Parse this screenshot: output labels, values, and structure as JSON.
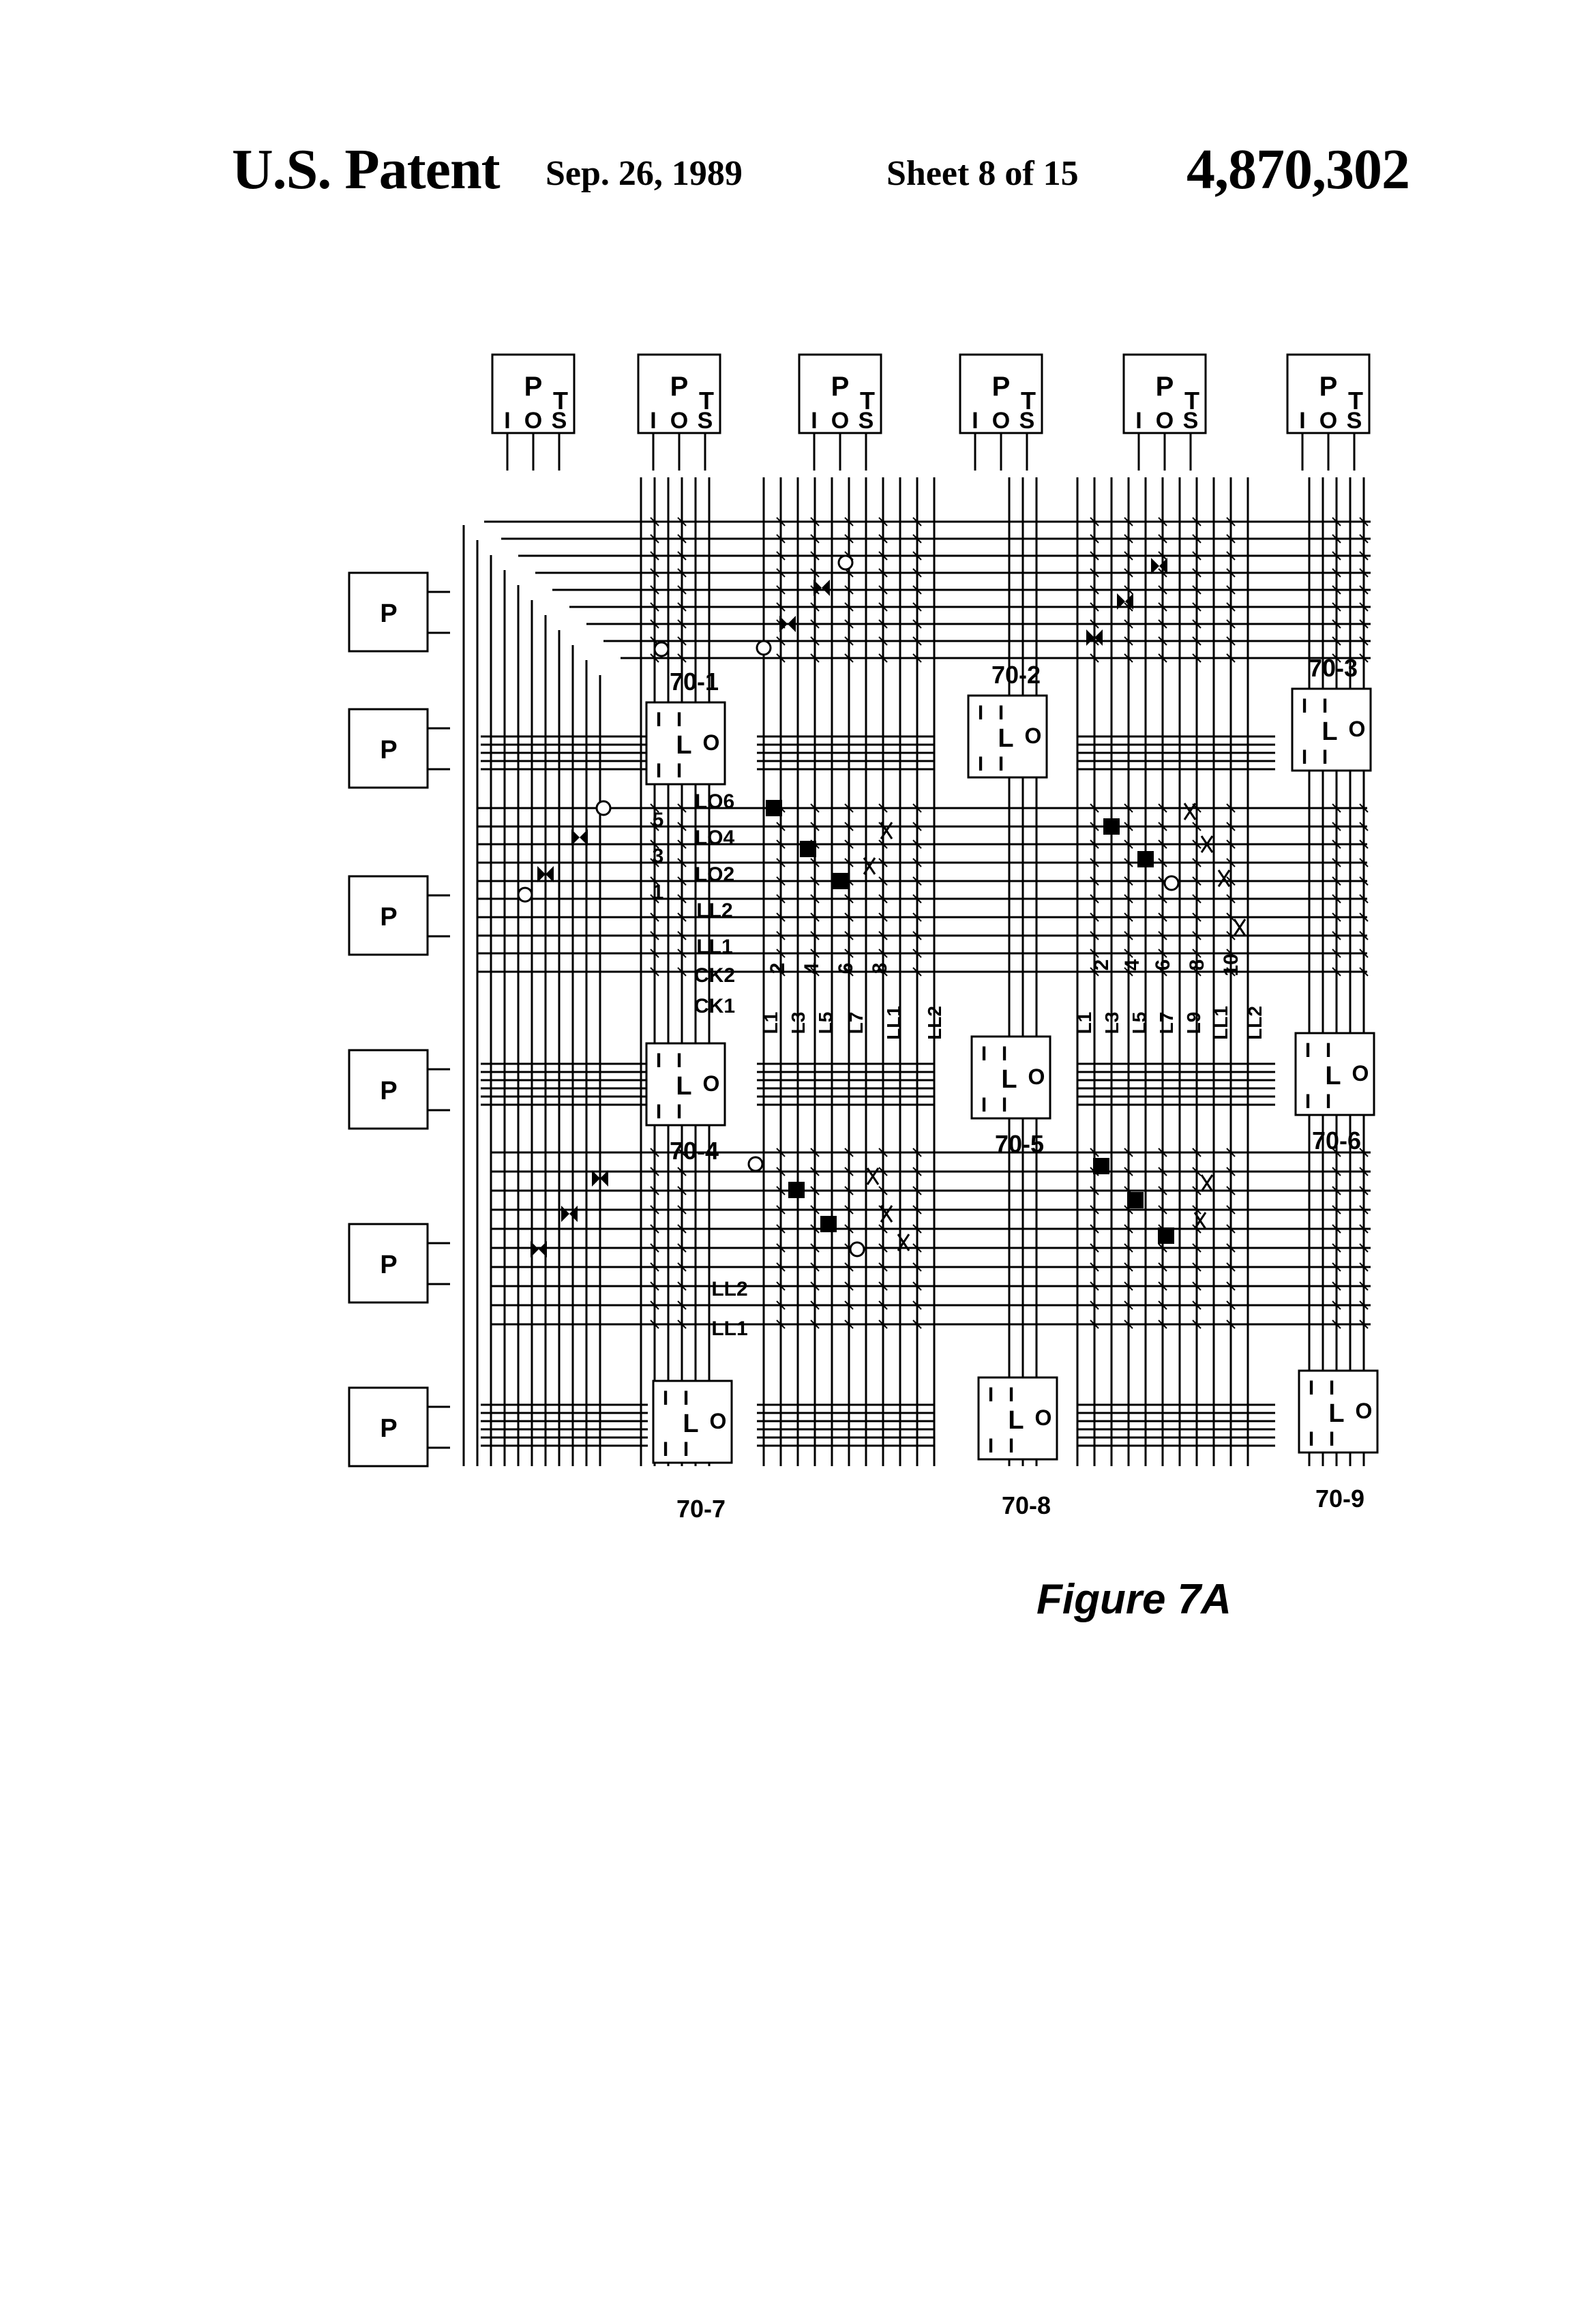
{
  "header": {
    "patent": "U.S. Patent",
    "date": "Sep. 26, 1989",
    "sheet": "Sheet 8 of 15",
    "number": "4,870,302"
  },
  "figure_caption": "Figure 7A",
  "top_pads": {
    "title_letter": "P",
    "letter_t": "T",
    "pins": [
      "I",
      "O",
      "S"
    ],
    "count": 6
  },
  "left_pads": {
    "label": "P",
    "count": 6
  },
  "logic_blocks": [
    {
      "id": "70-1",
      "pins": [
        "I",
        "I",
        "I",
        "I"
      ],
      "center": "L",
      "out": "O"
    },
    {
      "id": "70-2",
      "pins": [
        "I",
        "I",
        "I",
        "I"
      ],
      "center": "L",
      "out": "O"
    },
    {
      "id": "70-3",
      "pins": [
        "I",
        "I",
        "I",
        "I"
      ],
      "center": "L",
      "out": "O"
    },
    {
      "id": "70-4",
      "pins": [
        "I",
        "I",
        "I",
        "I"
      ],
      "center": "L",
      "out": "O"
    },
    {
      "id": "70-5",
      "pins": [
        "I",
        "I",
        "I",
        "I"
      ],
      "center": "L",
      "out": "O"
    },
    {
      "id": "70-6",
      "pins": [
        "I",
        "I",
        "I",
        "I"
      ],
      "center": "L",
      "out": "O"
    },
    {
      "id": "70-7",
      "pins": [
        "I",
        "I",
        "I",
        "I"
      ],
      "center": "L",
      "out": "O"
    },
    {
      "id": "70-8",
      "pins": [
        "I",
        "I",
        "I",
        "I"
      ],
      "center": "L",
      "out": "O"
    },
    {
      "id": "70-9",
      "pins": [
        "I",
        "I",
        "I",
        "I"
      ],
      "center": "L",
      "out": "O"
    }
  ],
  "row_labels": [
    "LO6",
    "LO4",
    "LO2",
    "LL2",
    "LL1",
    "CK2",
    "CK1"
  ],
  "row_numbers": [
    "5",
    "3",
    "1"
  ],
  "col_numbers_a": [
    "2",
    "4",
    "6",
    "8"
  ],
  "col_labels_a": [
    "L1",
    "L3",
    "L5",
    "L7",
    "LL1",
    "LL2"
  ],
  "col_numbers_b": [
    "2",
    "4",
    "6",
    "8",
    "10"
  ],
  "col_labels_b": [
    "L1",
    "L3",
    "L5",
    "L7",
    "L9",
    "LL1",
    "LL2"
  ],
  "lower_row_labels": [
    "LL2",
    "LL1"
  ]
}
